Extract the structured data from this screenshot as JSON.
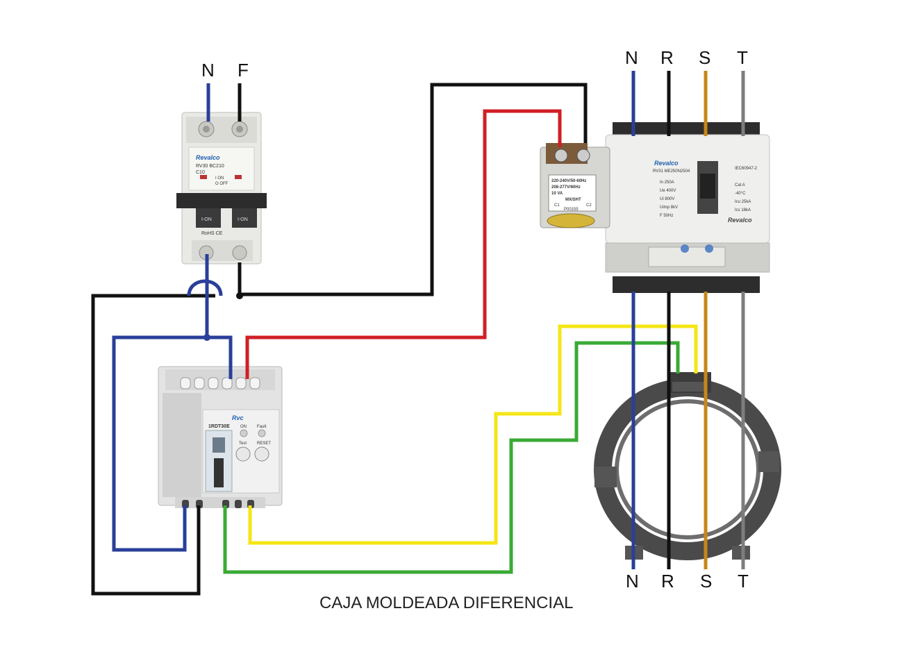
{
  "colors": {
    "neutral": "#2a3f9a",
    "black": "#111111",
    "phase_s": "#c8861a",
    "phase_t": "#7d7d7d",
    "red": "#d01f25",
    "yellow": "#f5e615",
    "green": "#3aaa35"
  },
  "breaker": {
    "labels": {
      "n": "N",
      "f": "F"
    },
    "brand": "Revalco",
    "model": "RV30 BC210",
    "rating": "C10",
    "handle_text": "I-ON",
    "cert": "RoHS CE",
    "on_text": "I ON",
    "off_text": "O OFF"
  },
  "mccb": {
    "top_labels": [
      "N",
      "R",
      "S",
      "T"
    ],
    "bottom_labels": [
      "N",
      "R",
      "S",
      "T"
    ],
    "brand": "Revalco",
    "model": "RV31 ME250N2504",
    "specs": [
      "In   250A",
      "Ue  400V",
      "Ui   800V",
      "Uimp  8kV",
      "F    50Hz"
    ],
    "specs_right": [
      "Cat   A",
      "-40°C",
      "Icu  25kA",
      "Ics  18kA"
    ],
    "standard": "IEC60947-2",
    "brand_bottom": "Revalco"
  },
  "shunt_trip": {
    "lines": [
      "220-240V/50-60Hz",
      "208-277V/60Hz",
      "10 VA"
    ],
    "type": "MX/SHT",
    "c1": "C1",
    "c2": "C2",
    "code": "P00155"
  },
  "relay": {
    "brand": "Rvc",
    "model": "1RDT30E",
    "on_label": "ON",
    "fault_label": "Fault",
    "test_label": "Test",
    "reset_label": "RESET"
  },
  "title": "CAJA MOLDEADA DIFERENCIAL"
}
